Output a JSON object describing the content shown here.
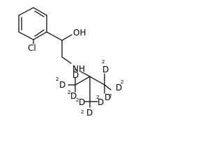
{
  "molecule": {
    "atoms": {
      "cl": "Cl",
      "oh": "OH",
      "nh": "NH",
      "deuterium": "D",
      "isotope": "2"
    }
  }
}
